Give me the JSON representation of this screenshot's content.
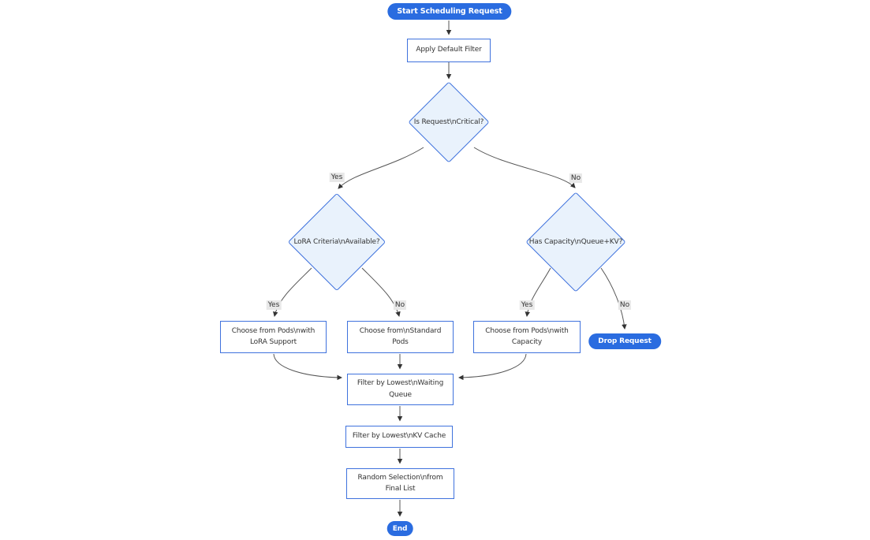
{
  "diagram": {
    "type": "flowchart",
    "background": "#ffffff",
    "colors": {
      "pill_fill": "#2a6ce0",
      "pill_text": "#ffffff",
      "node_border": "#3f72dd",
      "diamond_fill": "#e9f2fc",
      "rect_fill": "#ffffff",
      "node_text": "#333333",
      "edge_stroke": "#555555",
      "arrowhead": "#333333",
      "edge_label_bg": "#e8e8e8"
    },
    "nodes": {
      "start": {
        "type": "pill",
        "lines": [
          "Start Scheduling Request"
        ]
      },
      "apply_filter": {
        "type": "rect",
        "lines": [
          "Apply Default Filter"
        ]
      },
      "is_critical": {
        "type": "diamond",
        "lines": [
          "Is Request\\nCritical?"
        ]
      },
      "lora_criteria": {
        "type": "diamond",
        "lines": [
          "LoRA Criteria\\nAvailable?"
        ]
      },
      "has_capacity": {
        "type": "diamond",
        "lines": [
          "Has Capacity\\nQueue+KV?"
        ]
      },
      "choose_lora": {
        "type": "rect",
        "lines": [
          "Choose from Pods\\nwith",
          "LoRA Support"
        ]
      },
      "choose_standard": {
        "type": "rect",
        "lines": [
          "Choose from\\nStandard",
          "Pods"
        ]
      },
      "choose_capacity": {
        "type": "rect",
        "lines": [
          "Choose from Pods\\nwith",
          "Capacity"
        ]
      },
      "drop_request": {
        "type": "pill",
        "lines": [
          "Drop Request"
        ]
      },
      "filter_waiting": {
        "type": "rect",
        "lines": [
          "Filter by Lowest\\nWaiting",
          "Queue"
        ]
      },
      "filter_kv": {
        "type": "rect",
        "lines": [
          "Filter by Lowest\\nKV Cache"
        ]
      },
      "random_selection": {
        "type": "rect",
        "lines": [
          "Random Selection\\nfrom",
          "Final List"
        ]
      },
      "end": {
        "type": "pill",
        "lines": [
          "End"
        ]
      }
    },
    "edges": [
      {
        "from": "start",
        "to": "apply_filter",
        "label": ""
      },
      {
        "from": "apply_filter",
        "to": "is_critical",
        "label": ""
      },
      {
        "from": "is_critical",
        "to": "lora_criteria",
        "label": "Yes"
      },
      {
        "from": "is_critical",
        "to": "has_capacity",
        "label": "No"
      },
      {
        "from": "lora_criteria",
        "to": "choose_lora",
        "label": "Yes"
      },
      {
        "from": "lora_criteria",
        "to": "choose_standard",
        "label": "No"
      },
      {
        "from": "has_capacity",
        "to": "choose_capacity",
        "label": "Yes"
      },
      {
        "from": "has_capacity",
        "to": "drop_request",
        "label": "No"
      },
      {
        "from": "choose_lora",
        "to": "filter_waiting",
        "label": ""
      },
      {
        "from": "choose_standard",
        "to": "filter_waiting",
        "label": ""
      },
      {
        "from": "choose_capacity",
        "to": "filter_waiting",
        "label": ""
      },
      {
        "from": "filter_waiting",
        "to": "filter_kv",
        "label": ""
      },
      {
        "from": "filter_kv",
        "to": "random_selection",
        "label": ""
      },
      {
        "from": "random_selection",
        "to": "end",
        "label": ""
      }
    ]
  }
}
